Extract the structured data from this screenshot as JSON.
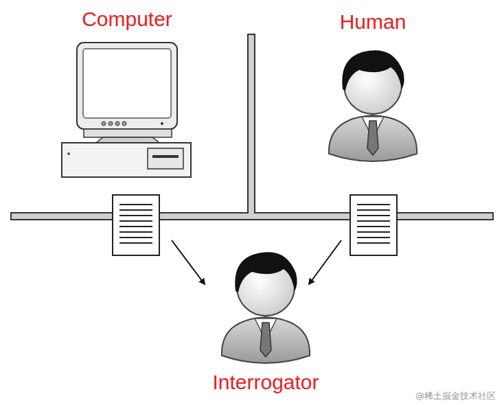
{
  "diagram": {
    "labels": [
      "Computer",
      "Human",
      "Interrogator",
      "@稀土掘金技术社区"
    ]
  }
}
